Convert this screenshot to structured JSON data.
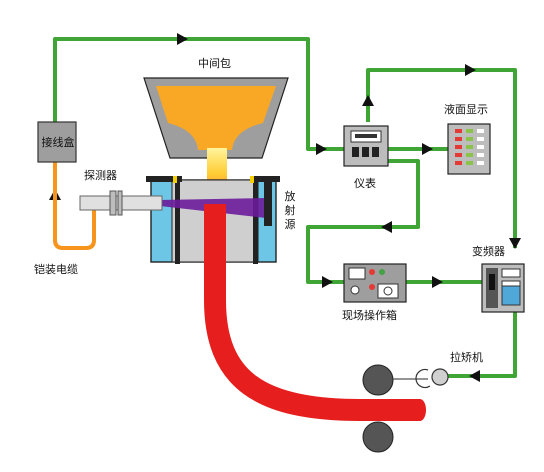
{
  "labels": {
    "tundish": "中间包",
    "junction_box": "接线盒",
    "detector": "探测器",
    "armored_cable": "铠装电缆",
    "radiation_source": "放射源",
    "instrument": "仪表",
    "level_display": "液面显示",
    "inverter": "变频器",
    "field_box": "现场操作箱",
    "straightener": "拉矫机"
  },
  "colors": {
    "signal_line": "#3fa535",
    "cable": "#f7941d",
    "steel": "#e61e1e",
    "molten": "#f9a825",
    "radiation_beam": "#6a1b9a",
    "cooling_water": "#6ec6e6"
  }
}
